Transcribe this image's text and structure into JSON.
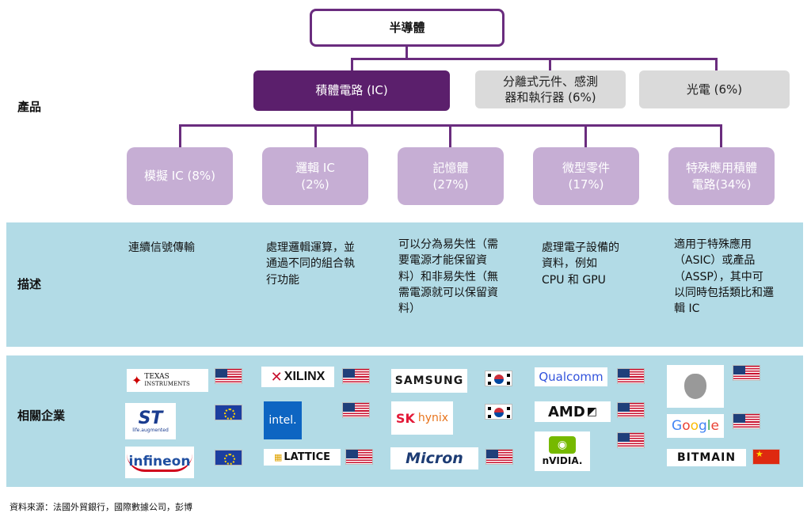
{
  "root": "半導體",
  "level1": {
    "ic": "積體電路 (IC)",
    "discrete": "分離式元件、感測\n器和執行器 (6%)",
    "opto": "光電 (6%)"
  },
  "ic_categories": [
    {
      "label": "模擬 IC (8%)"
    },
    {
      "label": "邏輯 IC\n(2%)"
    },
    {
      "label": "記憶體\n(27%)"
    },
    {
      "label": "微型零件\n(17%)"
    },
    {
      "label": "特殊應用積體\n電路(34%)"
    }
  ],
  "row_labels": {
    "product": "產品",
    "description": "描述",
    "companies": "相關企業"
  },
  "descriptions": [
    "連續信號傳輸",
    "處理邏輯運算，並\n通過不同的組合執\n行功能",
    "可以分為易失性（需\n要電源才能保留資\n料）和非易失性（無\n需電源就可以保留資\n料）",
    "處理電子設備的\n資料，例如\nCPU 和 GPU",
    "適用于特殊應用\n（ASIC）或產品\n（ASSP），其中可\n以同時包括類比和邏\n輯 IC"
  ],
  "companies": {
    "ti": {
      "line1": "TEXAS",
      "line2": "INSTRUMENTS"
    },
    "st": {
      "mark": "ST",
      "tagline": "life.augmented"
    },
    "infineon": "infineon",
    "xilinx": "XILINX",
    "intel": "intel.",
    "lattice": "LATTICE",
    "samsung": "SAMSUNG",
    "skhynix": {
      "sk": "SK",
      "hynix": "hynix"
    },
    "micron": "Micron",
    "qualcomm": "Qualcomm",
    "amd": "AMD",
    "nvidia": "nVIDIA.",
    "google": [
      "G",
      "o",
      "o",
      "g",
      "l",
      "e"
    ],
    "bitmain": "BITMAIN"
  },
  "colors": {
    "root_border": "#6a2c7e",
    "ic_box": "#5b1f6c",
    "category_box": "#c6aed4",
    "gray_box": "#dadada",
    "band": "#b2dbe6"
  },
  "source": "資料來源：法國外貿銀行，國際數據公司，彭博"
}
